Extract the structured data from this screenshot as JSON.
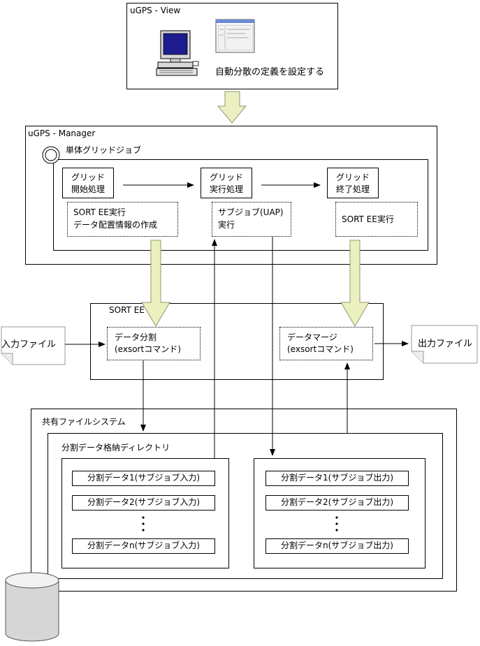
{
  "view": {
    "title": "uGPS - View",
    "caption": "自動分散の定義を設定する"
  },
  "manager": {
    "title": "uGPS - Manager",
    "job_label": "単体グリッドジョブ",
    "steps": [
      {
        "line1": "グリッド",
        "line2": "開始処理"
      },
      {
        "line1": "グリッド",
        "line2": "実行処理"
      },
      {
        "line1": "グリッド",
        "line2": "終了処理"
      }
    ],
    "notes": [
      {
        "line1": "SORT EE実行",
        "line2": "データ配置情報の作成"
      },
      {
        "line1": "サブジョブ(UAP)",
        "line2": "実行"
      },
      {
        "line1": "SORT EE実行",
        "line2": ""
      }
    ]
  },
  "sort_ee": {
    "title": "SORT EE",
    "split": {
      "line1": "データ分割",
      "line2": "(exsortコマンド)"
    },
    "merge": {
      "line1": "データマージ",
      "line2": "(exsortコマンド)"
    }
  },
  "files": {
    "input": "入力ファイル",
    "output": "出力ファイル"
  },
  "shared_fs": {
    "title": "共有ファイルシステム",
    "dir_title": "分割データ格納ディレクトリ",
    "input_items": [
      "分割データ1(サブジョブ入力)",
      "分割データ2(サブジョブ入力)",
      "分割データn(サブジョブ入力)"
    ],
    "output_items": [
      "分割データ1(サブジョブ出力)",
      "分割データ2(サブジョブ出力)",
      "分割データn(サブジョブ出力)"
    ]
  },
  "colors": {
    "big_arrow_fill": "#ecefc0",
    "big_arrow_stroke": "#8f9a70",
    "monitor_screen": "#1d1d8f"
  }
}
